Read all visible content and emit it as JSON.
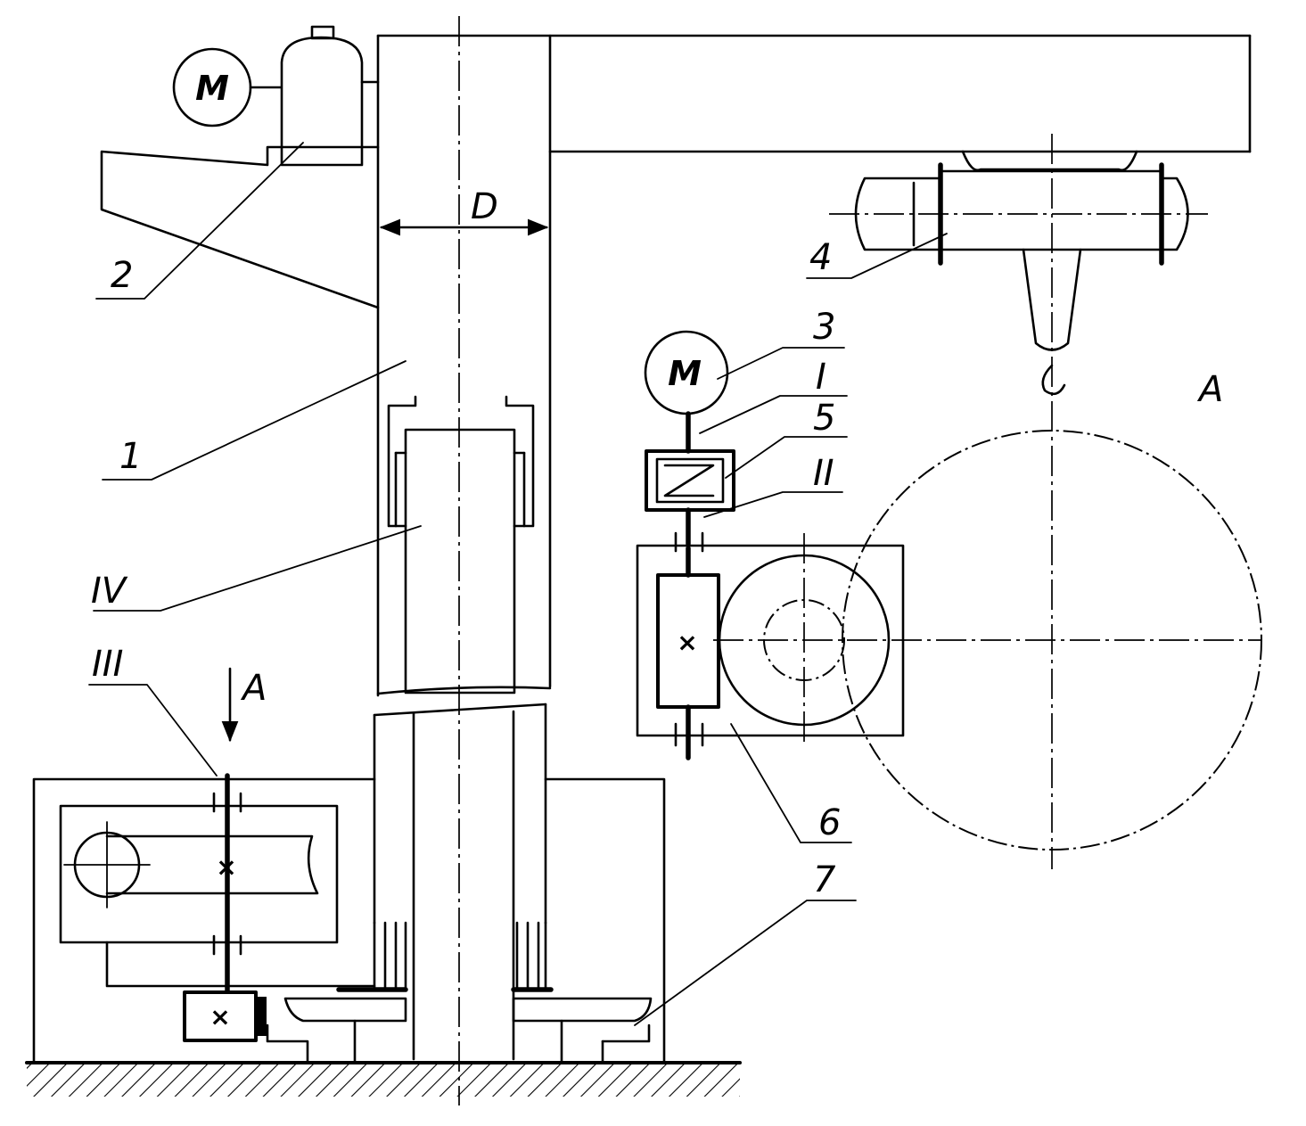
{
  "labels": {
    "l1": "1",
    "l2": "2",
    "l3": "3",
    "l4": "4",
    "l5": "5",
    "l6": "6",
    "l7": "7",
    "lI": "I",
    "lII": "II",
    "lIII": "III",
    "lIV": "IV",
    "dim_d": "D",
    "view_a_arrow": "A",
    "view_a": "A",
    "motor_top": "M",
    "motor_mid": "M"
  }
}
